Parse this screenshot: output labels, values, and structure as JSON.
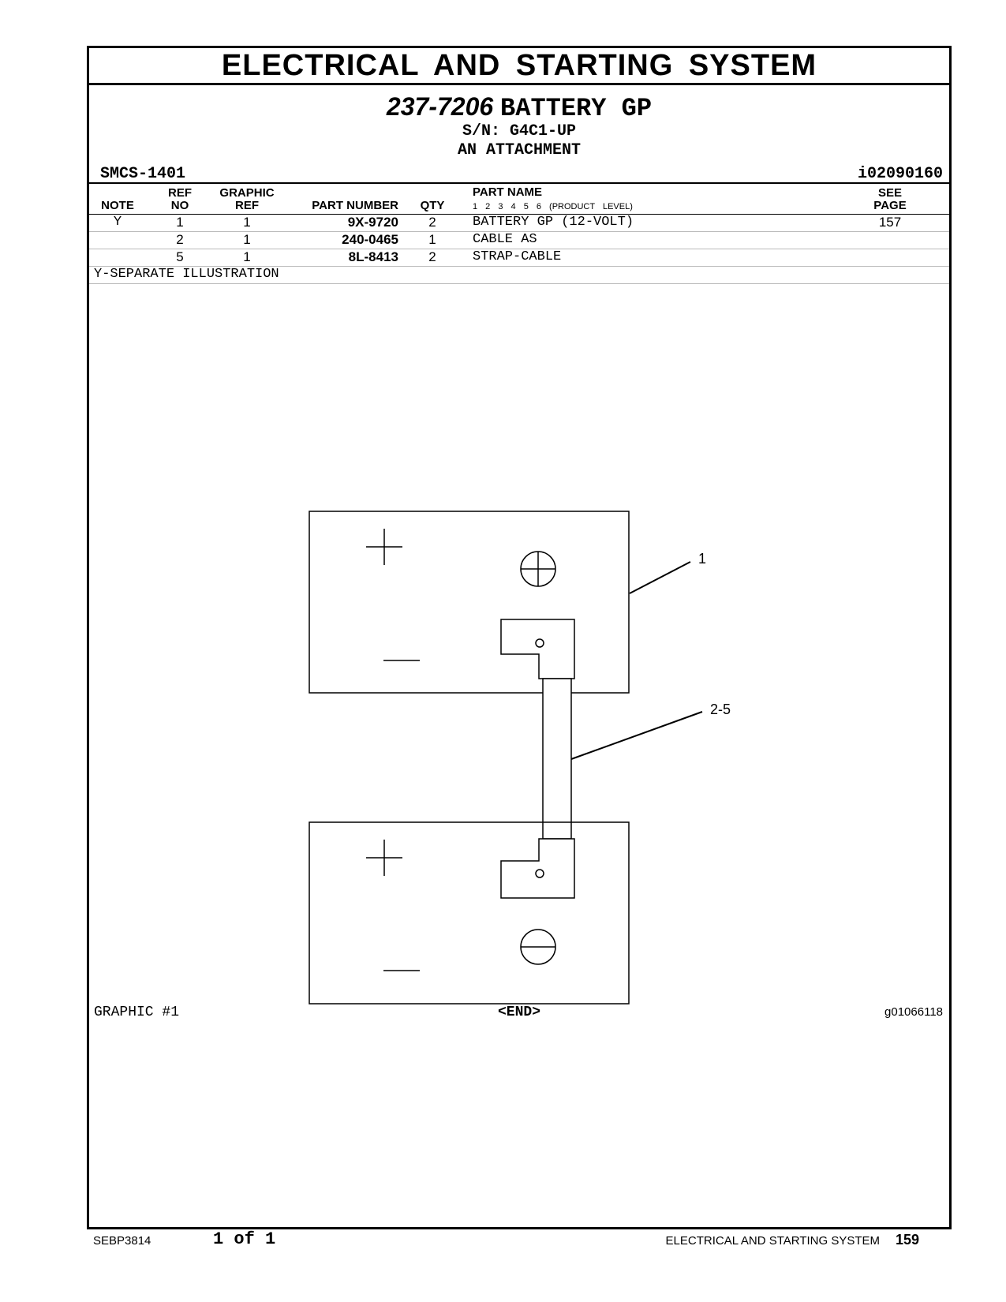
{
  "header": {
    "section_title": "ELECTRICAL AND STARTING SYSTEM",
    "group_number": "237-7206",
    "group_name": "BATTERY GP",
    "serial": "S/N: G4C1-UP",
    "subtitle": "AN ATTACHMENT",
    "smcs": "SMCS-1401",
    "ident": "i02090160"
  },
  "table": {
    "headers": {
      "note": "NOTE",
      "ref_no_1": "REF",
      "ref_no_2": "NO",
      "graphic_ref_1": "GRAPHIC",
      "graphic_ref_2": "REF",
      "part_number": "PART NUMBER",
      "qty": "QTY",
      "part_name": "PART NAME",
      "product_level": "1  2  3  4  5  6  (PRODUCT LEVEL)",
      "see_page_1": "SEE",
      "see_page_2": "PAGE"
    },
    "rows": [
      {
        "note": "Y",
        "ref_no": "1",
        "graphic_ref": "1",
        "part_number": "9X-9720",
        "qty": "2",
        "part_name": "BATTERY GP (12-VOLT)",
        "see_page": "157"
      },
      {
        "note": "",
        "ref_no": "2",
        "graphic_ref": "1",
        "part_number": "240-0465",
        "qty": "1",
        "part_name": "CABLE AS",
        "see_page": ""
      },
      {
        "note": "",
        "ref_no": "5",
        "graphic_ref": "1",
        "part_number": "8L-8413",
        "qty": "2",
        "part_name": "STRAP-CABLE",
        "see_page": ""
      }
    ],
    "footnote": "Y-SEPARATE ILLUSTRATION"
  },
  "illustration": {
    "callout_1": "1",
    "callout_2": "2-5",
    "graphic_label": "GRAPHIC #1",
    "end_label": "<END>",
    "graphic_number": "g01066118"
  },
  "footer": {
    "doc_number": "SEBP3814",
    "page_of": "1 of 1",
    "section": "ELECTRICAL AND STARTING SYSTEM",
    "page_number": "159"
  }
}
